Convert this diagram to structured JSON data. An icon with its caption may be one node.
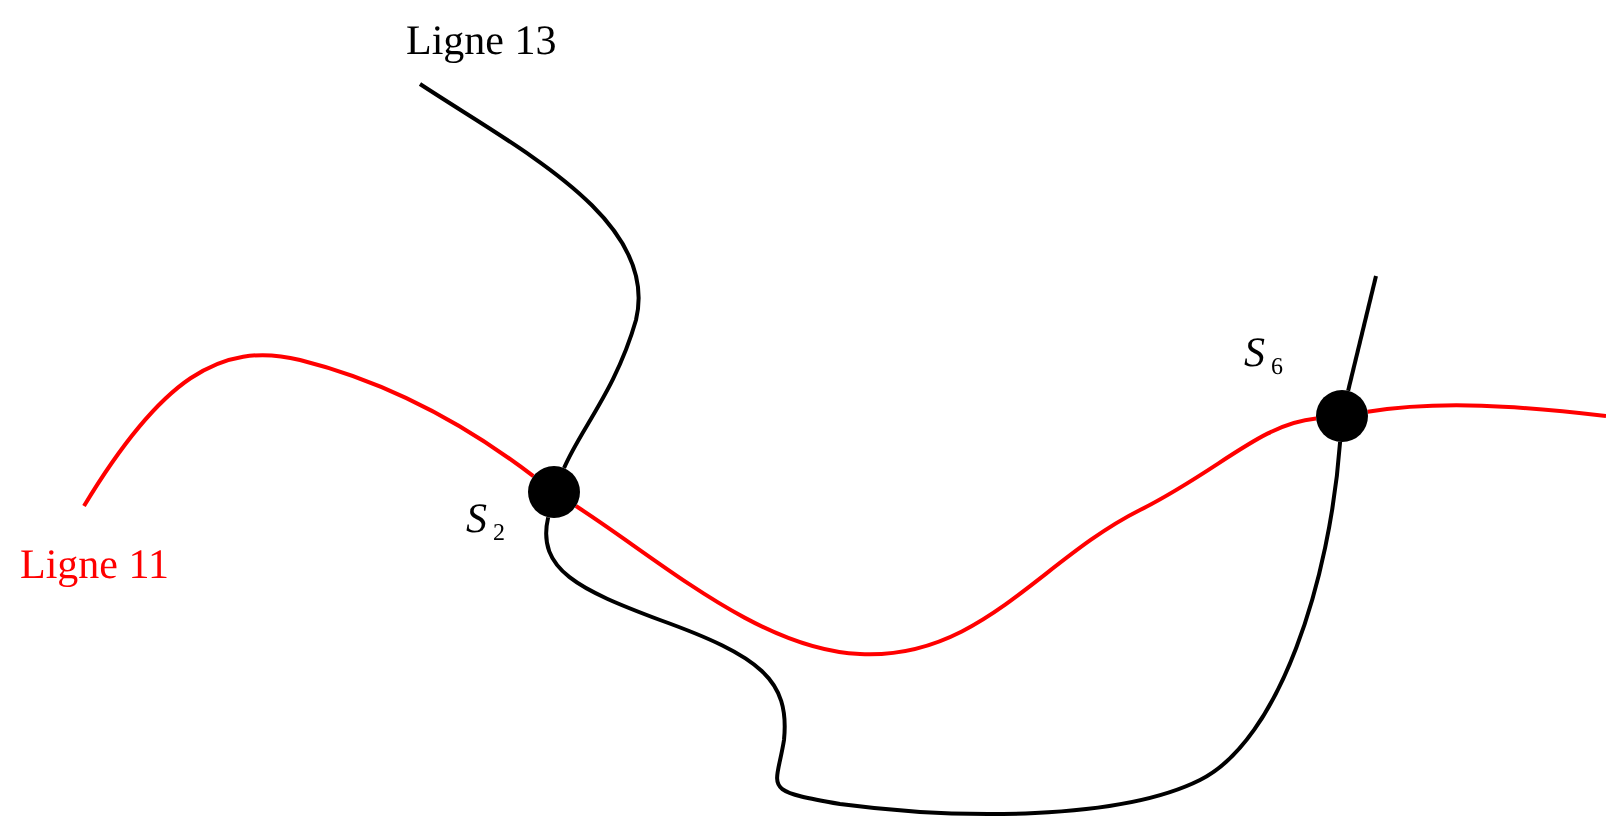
{
  "diagram": {
    "nodes": [
      {
        "text": [
          "Ligne 13"
        ]
      },
      {
        "text": [
          "Ligne 11"
        ]
      },
      {
        "text": [],
        "shape": "circle",
        "beside": [
          "S$_{2}$"
        ]
      },
      {
        "text": [],
        "shape": "circle",
        "beside": [
          "S$_{6}$"
        ]
      }
    ],
    "edges": [
      {
        "from": 0,
        "to": 2,
        "arrow": "none"
      },
      {
        "from": 1,
        "to": 2,
        "arrow": "none",
        "color": "#ff0000"
      },
      {
        "from": 2,
        "to": 3,
        "arrow": "none",
        "color": "#ff0000"
      },
      {
        "from": 2,
        "to": 3,
        "arrow": "none"
      },
      {
        "from": 3,
        "to": null,
        "arrow": "none",
        "color": "#ff0000"
      },
      {
        "from": 3,
        "to": null,
        "arrow": "none"
      }
    ]
  }
}
